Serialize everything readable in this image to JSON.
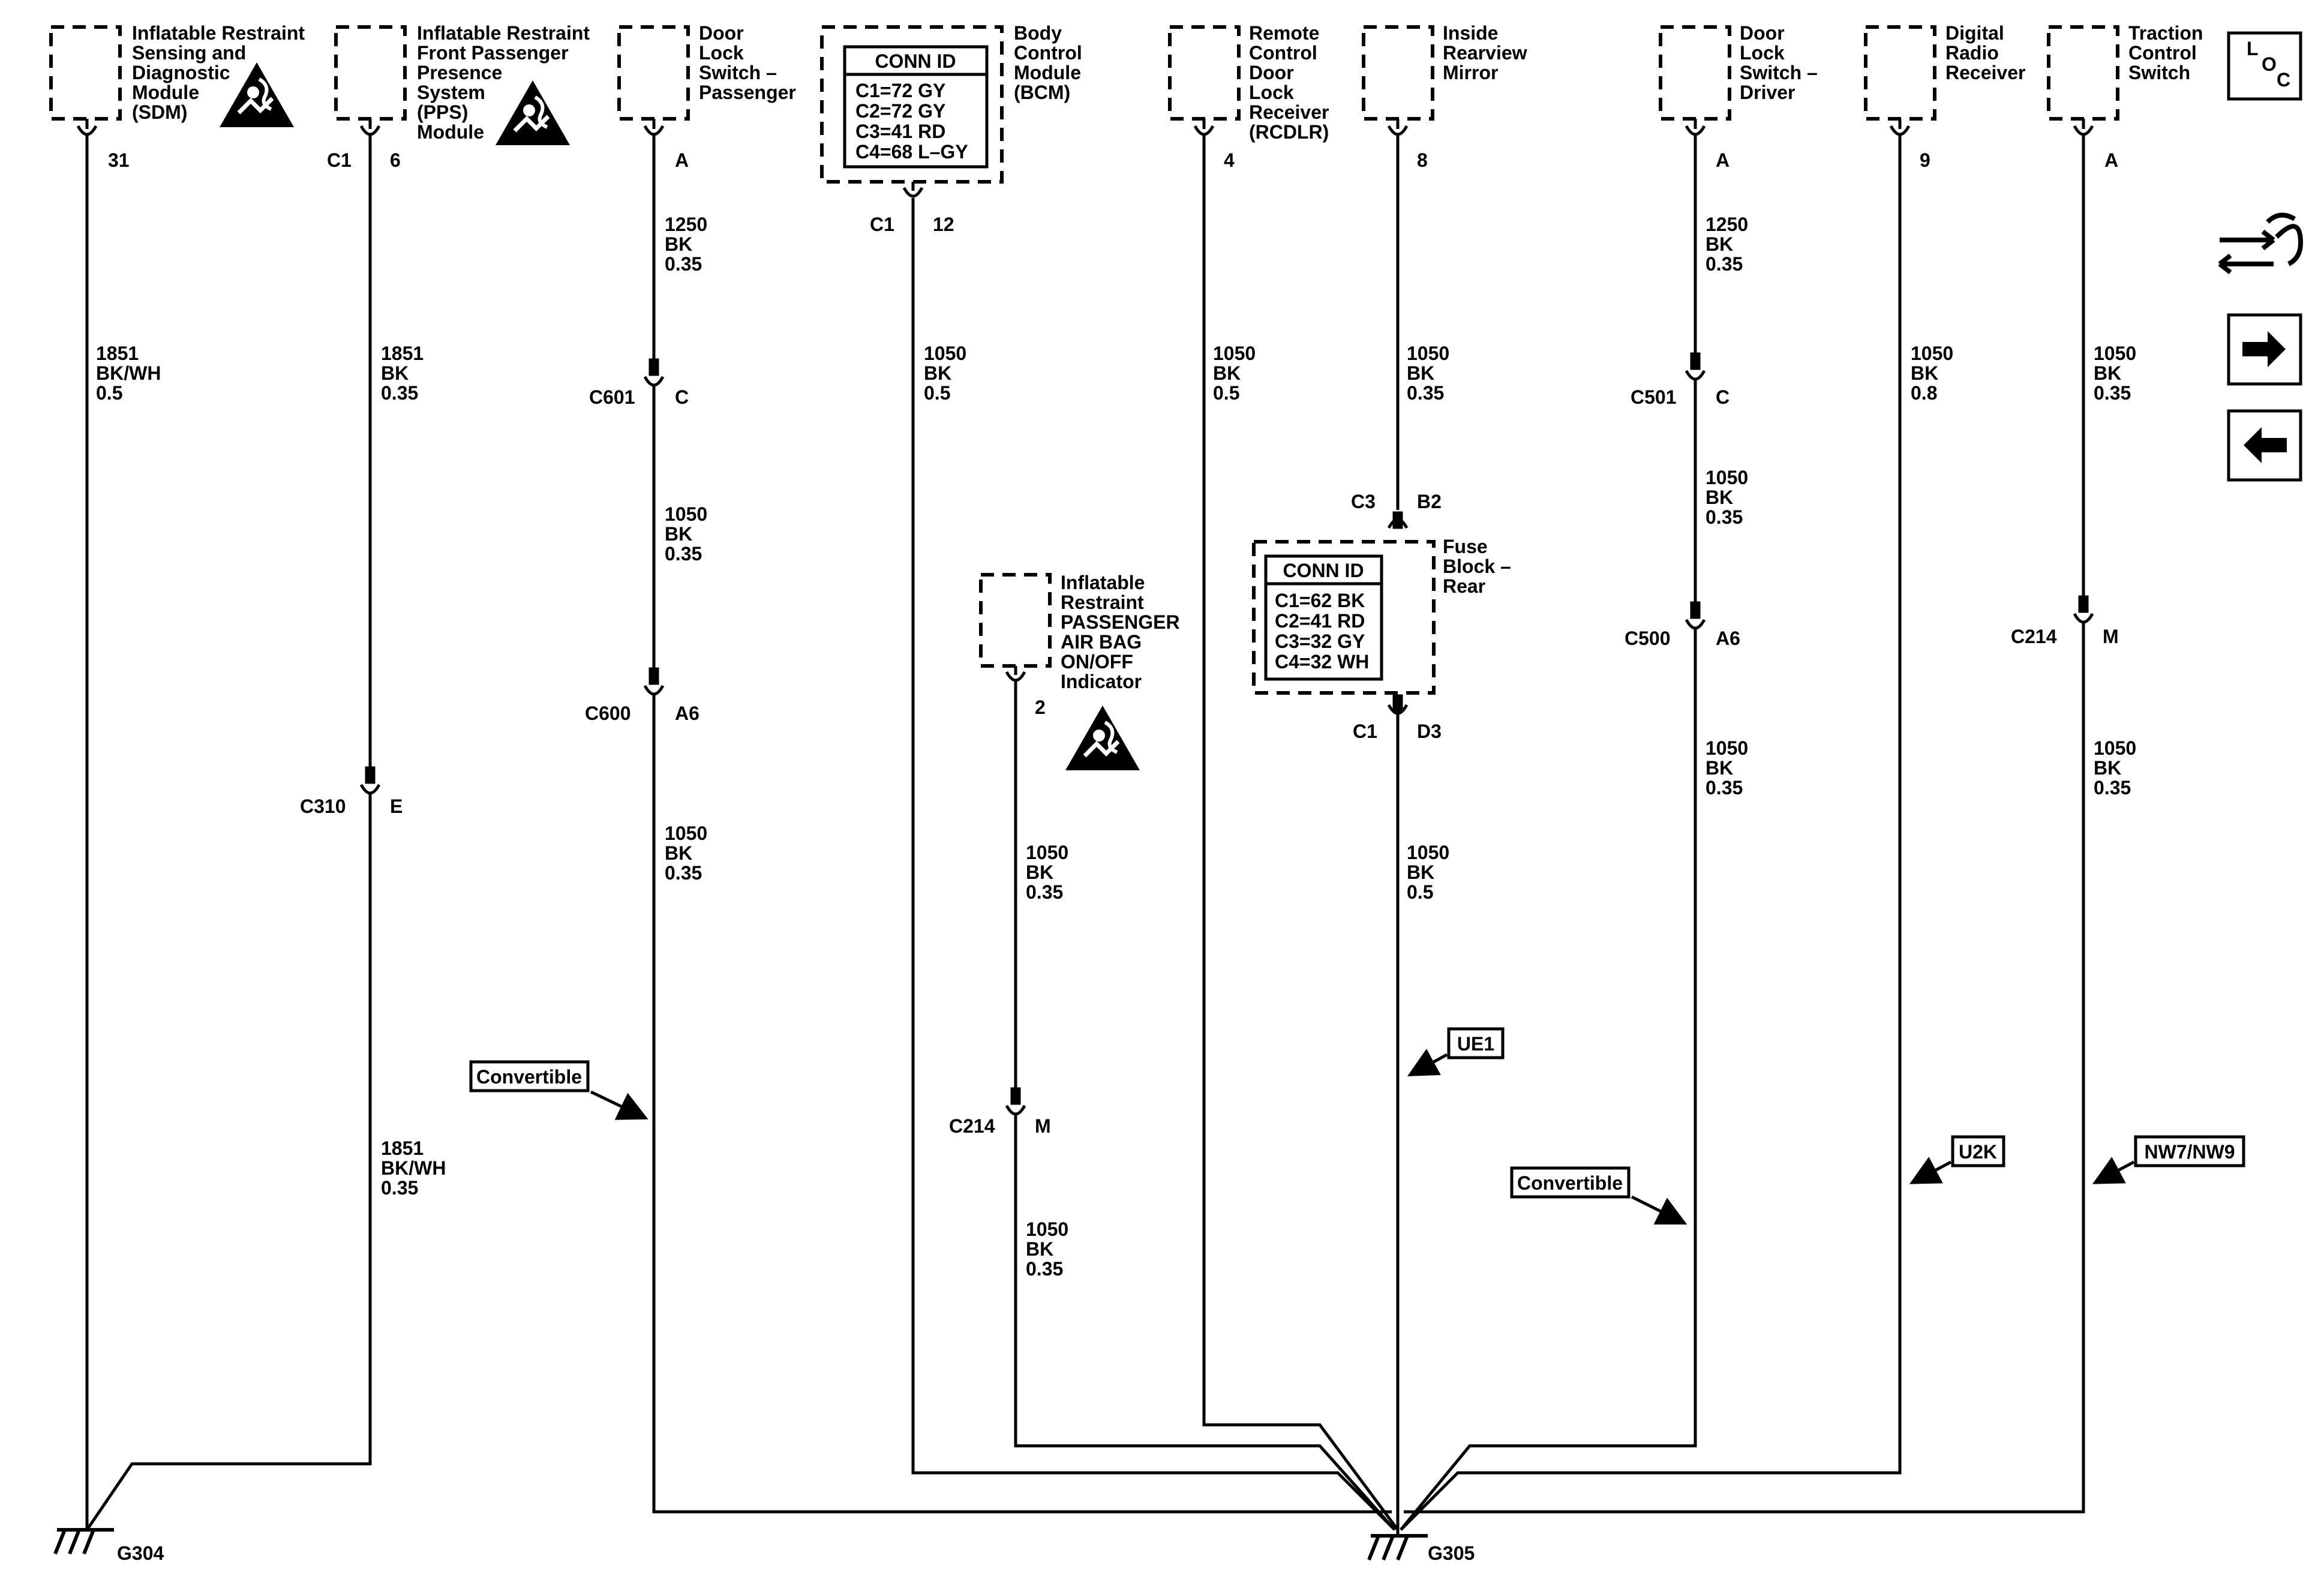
{
  "components": {
    "sdm": [
      "Inflatable Restraint",
      "Sensing and",
      "Diagnostic",
      "Module",
      "(SDM)"
    ],
    "pps": [
      "Inflatable Restraint",
      "Front Passenger",
      "Presence",
      "System",
      "(PPS)",
      "Module"
    ],
    "dlsp": [
      "Door",
      "Lock",
      "Switch –",
      "Passenger"
    ],
    "bcm": [
      "Body",
      "Control",
      "Module",
      "(BCM)"
    ],
    "rcdlr": [
      "Remote",
      "Control",
      "Door",
      "Lock",
      "Receiver",
      "(RCDLR)"
    ],
    "mirror": [
      "Inside",
      "Rearview",
      "Mirror"
    ],
    "dlsd": [
      "Door",
      "Lock",
      "Switch –",
      "Driver"
    ],
    "radio": [
      "Digital",
      "Radio",
      "Receiver"
    ],
    "traction": [
      "Traction",
      "Control",
      "Switch"
    ],
    "airbag_ind": [
      "Inflatable",
      "Restraint",
      "PASSENGER",
      "AIR BAG",
      "ON/OFF",
      "Indicator"
    ],
    "fuse_block": [
      "Fuse",
      "Block –",
      "Rear"
    ]
  },
  "conn_id_bcm": {
    "title": "CONN ID",
    "lines": [
      "C1=72 GY",
      "C2=72 GY",
      "C3=41 RD",
      "C4=68 L–GY"
    ]
  },
  "conn_id_fuse": {
    "title": "CONN ID",
    "lines": [
      "C1=62 BK",
      "C2=41 RD",
      "C3=32 GY",
      "C4=32 WH"
    ]
  },
  "pins": {
    "sdm": "31",
    "pps_conn": "C1",
    "pps": "6",
    "dlsp": "A",
    "bcm_conn": "C1",
    "bcm": "12",
    "rcdlr": "4",
    "mirror": "8",
    "dlsd": "A",
    "radio": "9",
    "traction": "A",
    "airbag_ind": "2"
  },
  "inline_connectors": {
    "c601": {
      "name": "C601",
      "pin": "C"
    },
    "c600": {
      "name": "C600",
      "pin": "A6"
    },
    "c310": {
      "name": "C310",
      "pin": "E"
    },
    "c214a": {
      "name": "C214",
      "pin": "M"
    },
    "fuse_top": {
      "name": "C3",
      "pin": "B2"
    },
    "fuse_bot": {
      "name": "C1",
      "pin": "D3"
    },
    "c501": {
      "name": "C501",
      "pin": "C"
    },
    "c500": {
      "name": "C500",
      "pin": "A6"
    },
    "c214b": {
      "name": "C214",
      "pin": "M"
    }
  },
  "wires": {
    "sdm": [
      "1851",
      "BK/WH",
      "0.5"
    ],
    "pps_top": [
      "1851",
      "BK",
      "0.35"
    ],
    "pps_bot": [
      "1851",
      "BK/WH",
      "0.35"
    ],
    "dlsp_1": [
      "1250",
      "BK",
      "0.35"
    ],
    "dlsp_2": [
      "1050",
      "BK",
      "0.35"
    ],
    "dlsp_3": [
      "1050",
      "BK",
      "0.35"
    ],
    "bcm": [
      "1050",
      "BK",
      "0.5"
    ],
    "airbag_1": [
      "1050",
      "BK",
      "0.35"
    ],
    "airbag_2": [
      "1050",
      "BK",
      "0.35"
    ],
    "rcdlr": [
      "1050",
      "BK",
      "0.5"
    ],
    "mirror_1": [
      "1050",
      "BK",
      "0.35"
    ],
    "mirror_2": [
      "1050",
      "BK",
      "0.5"
    ],
    "dlsd_1": [
      "1250",
      "BK",
      "0.35"
    ],
    "dlsd_2": [
      "1050",
      "BK",
      "0.35"
    ],
    "dlsd_3": [
      "1050",
      "BK",
      "0.35"
    ],
    "radio": [
      "1050",
      "BK",
      "0.8"
    ],
    "traction_1": [
      "1050",
      "BK",
      "0.35"
    ],
    "traction_2": [
      "1050",
      "BK",
      "0.35"
    ]
  },
  "options": {
    "convertible_left": "Convertible",
    "convertible_right": "Convertible",
    "ue1": "UE1",
    "u2k": "U2K",
    "nw7": "NW7/NW9"
  },
  "grounds": {
    "g304": "G304",
    "g305": "G305"
  },
  "loc": {
    "l": "L",
    "o": "O",
    "c": "C"
  },
  "side_icons": [
    "harness-icon",
    "arrow-right-icon",
    "arrow-left-icon"
  ]
}
